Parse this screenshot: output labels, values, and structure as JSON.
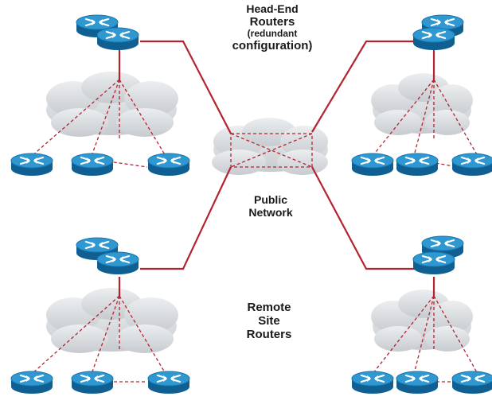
{
  "labels": {
    "head_end": [
      "Head-End",
      "Routers",
      "(redundant",
      "configuration)"
    ],
    "public_network": [
      "Public",
      "Network"
    ],
    "remote_site": [
      "Remote",
      "Site",
      "Routers"
    ]
  },
  "icons": {
    "router": "router-icon",
    "cloud": "cloud-icon"
  },
  "colors": {
    "link": "#b32430",
    "router_top": "#2f98d1",
    "router_side": "#0f5f92",
    "cloud": "#d6d9dc",
    "background": "#ffffff"
  }
}
